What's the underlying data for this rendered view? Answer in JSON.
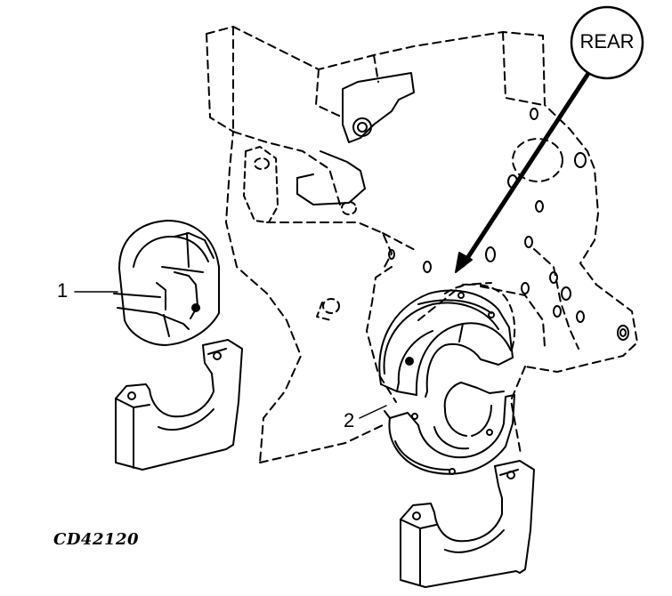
{
  "figure": {
    "callouts": [
      {
        "id": "1",
        "label": "1"
      },
      {
        "id": "2",
        "label": "2"
      }
    ],
    "direction_label": "REAR",
    "figure_code": "CD42120"
  },
  "colors": {
    "line": "#000000",
    "background": "#ffffff"
  }
}
